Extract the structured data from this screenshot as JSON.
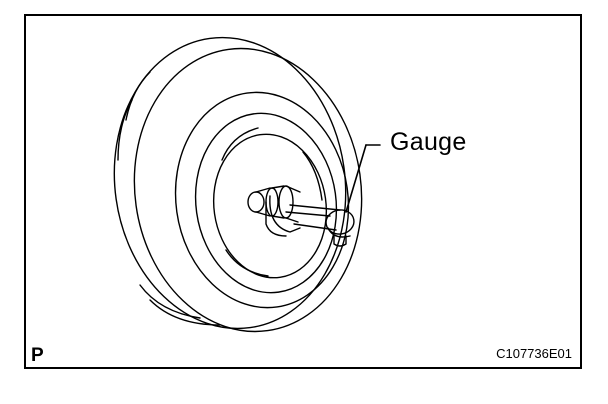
{
  "callout": {
    "label": "Gauge"
  },
  "corner_letter": "P",
  "figure_code": "C107736E01"
}
